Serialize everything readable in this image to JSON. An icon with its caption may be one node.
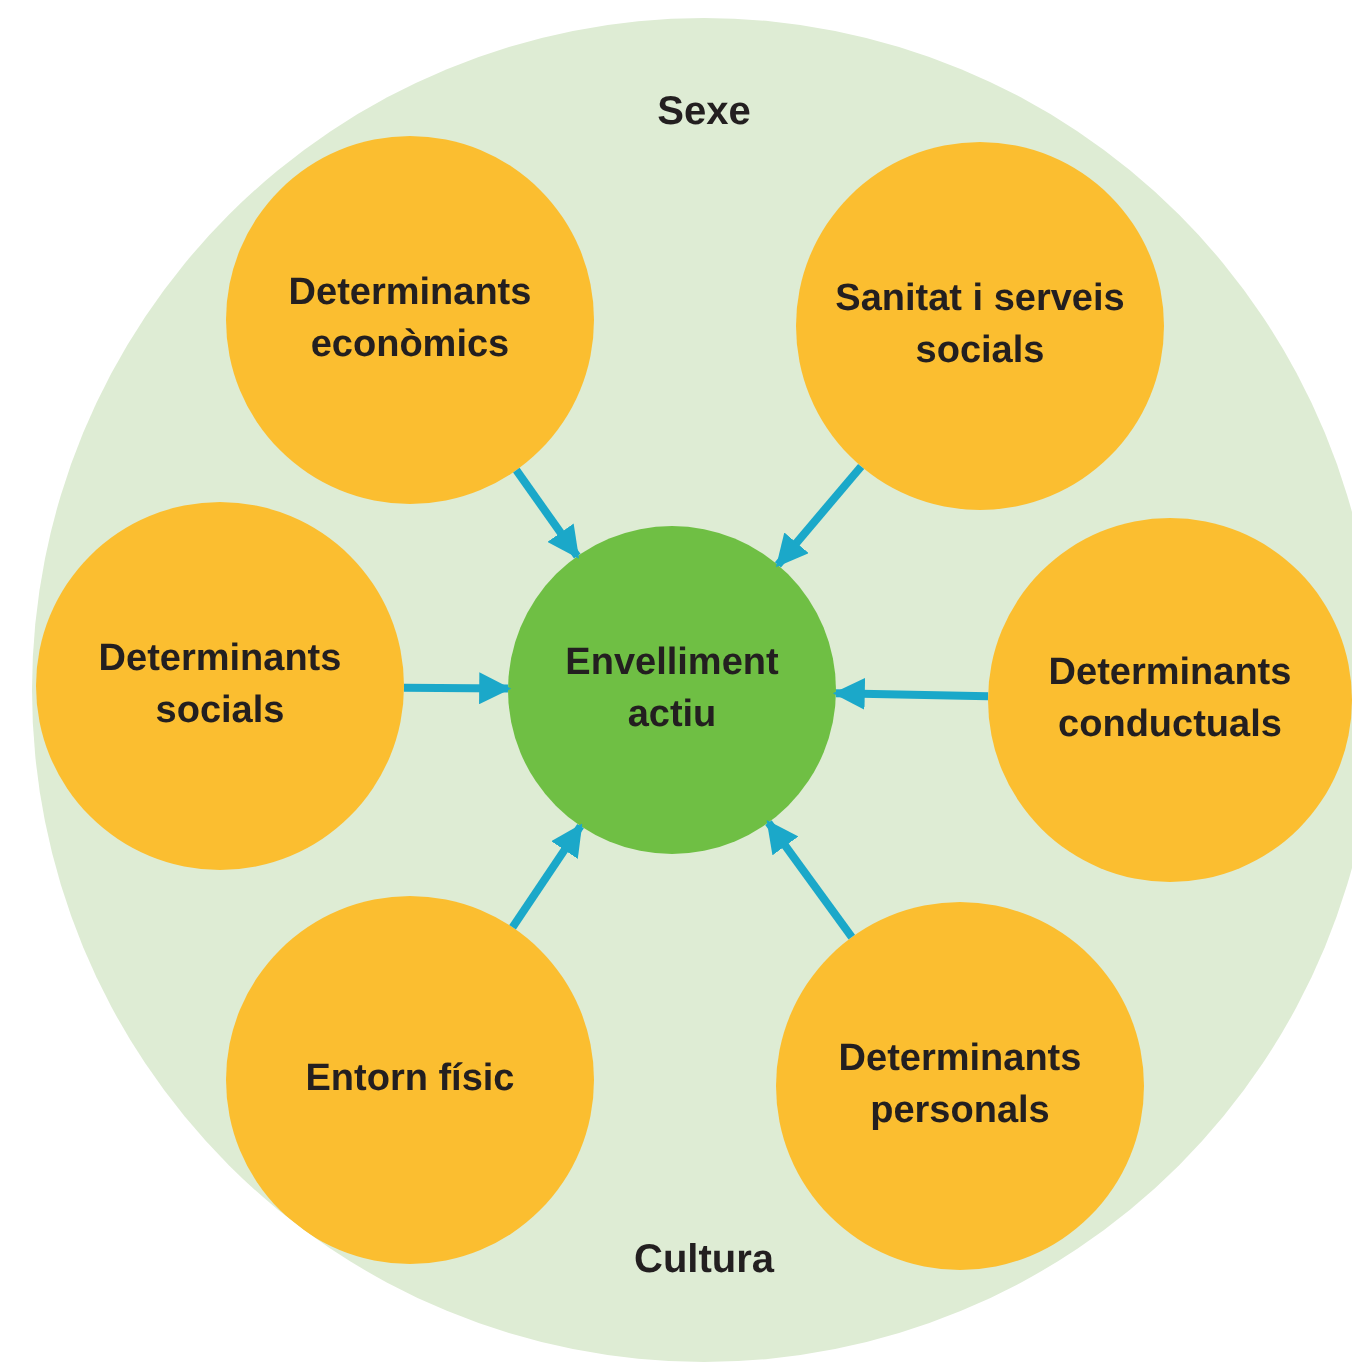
{
  "diagram": {
    "nodes": [
      {
        "text": [
          "Sexe",
          "Cultura"
        ]
      },
      {
        "text": [
          "Determinants econòmics"
        ],
        "in": 0
      },
      {
        "text": [
          "Sanitat i serveis socials"
        ],
        "in": 0
      },
      {
        "text": [
          "Determinants socials"
        ],
        "in": 0
      },
      {
        "text": [
          "Envelliment actiu"
        ],
        "in": 0
      },
      {
        "text": [
          "Determinants conductuals"
        ],
        "in": 0
      },
      {
        "text": [
          "Entorn físic"
        ],
        "in": 0
      },
      {
        "text": [
          "Determinants personals"
        ],
        "in": 0
      }
    ],
    "edges": [
      {
        "from": 1,
        "to": 4,
        "arrow": "to"
      },
      {
        "from": 2,
        "to": 4,
        "arrow": "to"
      },
      {
        "from": 3,
        "to": 4,
        "arrow": "to"
      },
      {
        "from": 5,
        "to": 4,
        "arrow": "to"
      },
      {
        "from": 6,
        "to": 4,
        "arrow": "to"
      },
      {
        "from": 7,
        "to": 4,
        "arrow": "to"
      }
    ]
  }
}
